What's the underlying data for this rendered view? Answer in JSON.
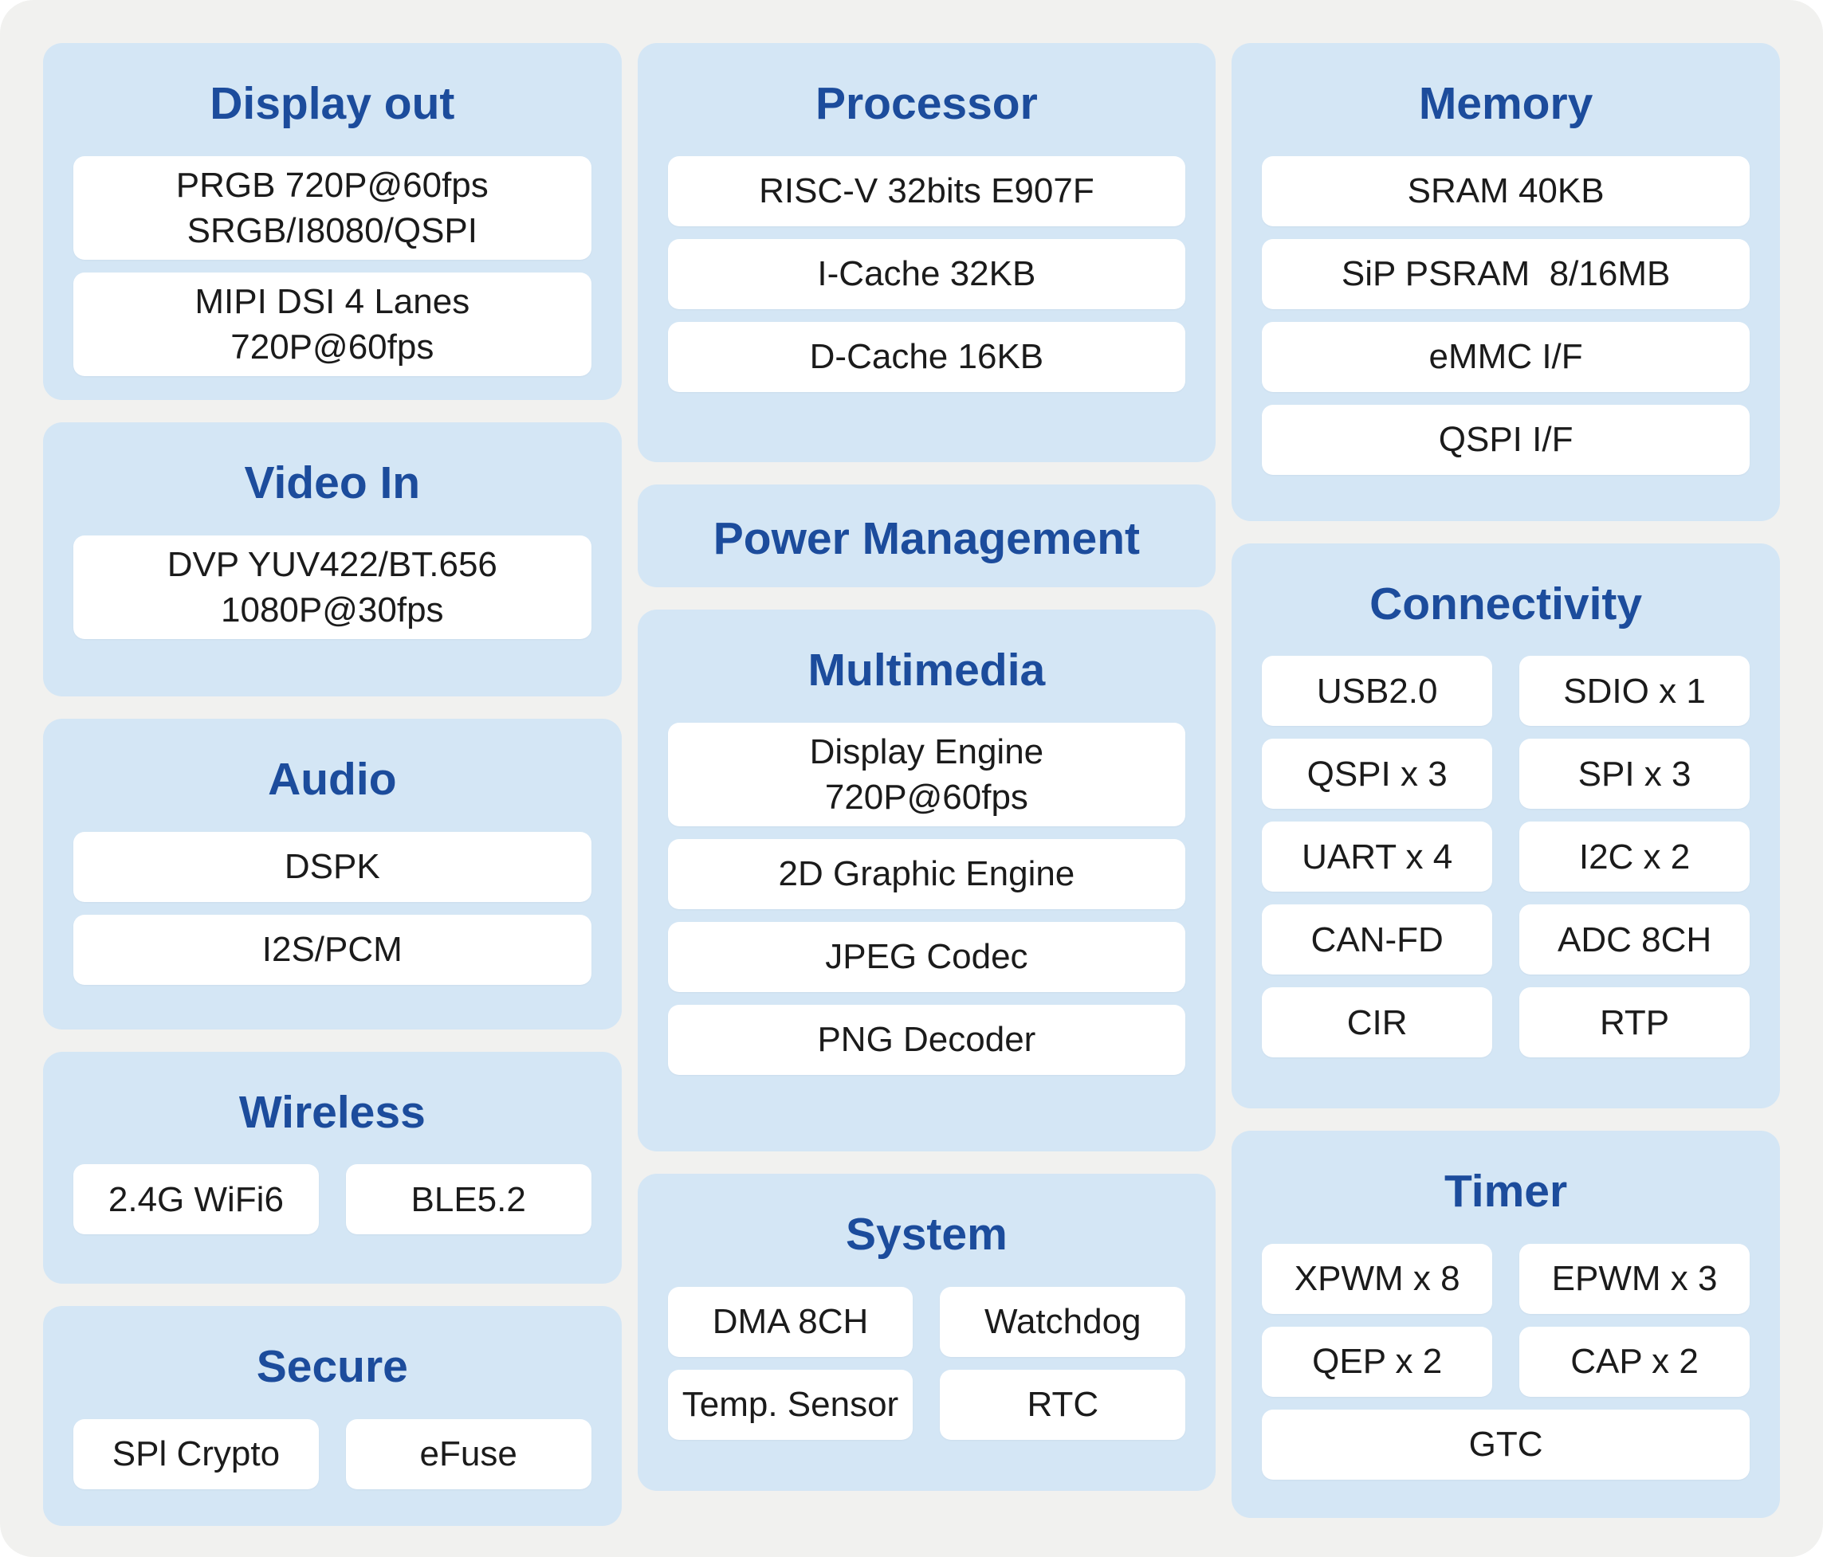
{
  "theme": {
    "board_bg": "#f1f1ef",
    "section_bg": "#d4e6f5",
    "title_color": "#1c4c9c",
    "box_bg": "#ffffff",
    "box_text": "#1b1b1b"
  },
  "sections": {
    "display_out": {
      "title": "Display out",
      "boxes": [
        [
          "PRGB 720P@60fps",
          "SRGB/I8080/QSPI"
        ],
        [
          "MIPI DSI 4 Lanes",
          "720P@60fps"
        ]
      ]
    },
    "video_in": {
      "title": "Video In",
      "boxes": [
        [
          "DVP YUV422/BT.656",
          "1080P@30fps"
        ]
      ]
    },
    "audio": {
      "title": "Audio",
      "boxes": [
        [
          "DSPK"
        ],
        [
          "I2S/PCM"
        ]
      ]
    },
    "wireless": {
      "title": "Wireless",
      "boxes": [
        [
          "2.4G WiFi6"
        ],
        [
          "BLE5.2"
        ]
      ]
    },
    "secure": {
      "title": "Secure",
      "boxes": [
        [
          "SPl Crypto"
        ],
        [
          "eFuse"
        ]
      ]
    },
    "processor": {
      "title": "Processor",
      "boxes": [
        [
          "RISC-V 32bits E907F"
        ],
        [
          "I-Cache 32KB"
        ],
        [
          "D-Cache 16KB"
        ]
      ]
    },
    "power_management": {
      "title": "Power Management"
    },
    "multimedia": {
      "title": "Multimedia",
      "boxes": [
        [
          "Display Engine",
          "720P@60fps"
        ],
        [
          "2D Graphic Engine"
        ],
        [
          "JPEG Codec"
        ],
        [
          "PNG Decoder"
        ]
      ]
    },
    "system": {
      "title": "System",
      "boxes": [
        [
          "DMA 8CH"
        ],
        [
          "Watchdog"
        ],
        [
          "Temp. Sensor"
        ],
        [
          "RTC"
        ]
      ]
    },
    "memory": {
      "title": "Memory",
      "boxes": [
        [
          "SRAM 40KB"
        ],
        [
          "SiP PSRAM  8/16MB"
        ],
        [
          "eMMC I/F"
        ],
        [
          "QSPI I/F"
        ]
      ]
    },
    "connectivity": {
      "title": "Connectivity",
      "boxes": [
        [
          "USB2.0"
        ],
        [
          "SDIO x 1"
        ],
        [
          "QSPI x 3"
        ],
        [
          "SPI x 3"
        ],
        [
          "UART x 4"
        ],
        [
          "I2C x 2"
        ],
        [
          "CAN-FD"
        ],
        [
          "ADC 8CH"
        ],
        [
          "CIR"
        ],
        [
          "RTP"
        ]
      ]
    },
    "timer": {
      "title": "Timer",
      "boxes": [
        [
          "XPWM x 8"
        ],
        [
          "EPWM x 3"
        ],
        [
          "QEP x 2"
        ],
        [
          "CAP x 2"
        ],
        [
          "GTC"
        ]
      ]
    }
  }
}
